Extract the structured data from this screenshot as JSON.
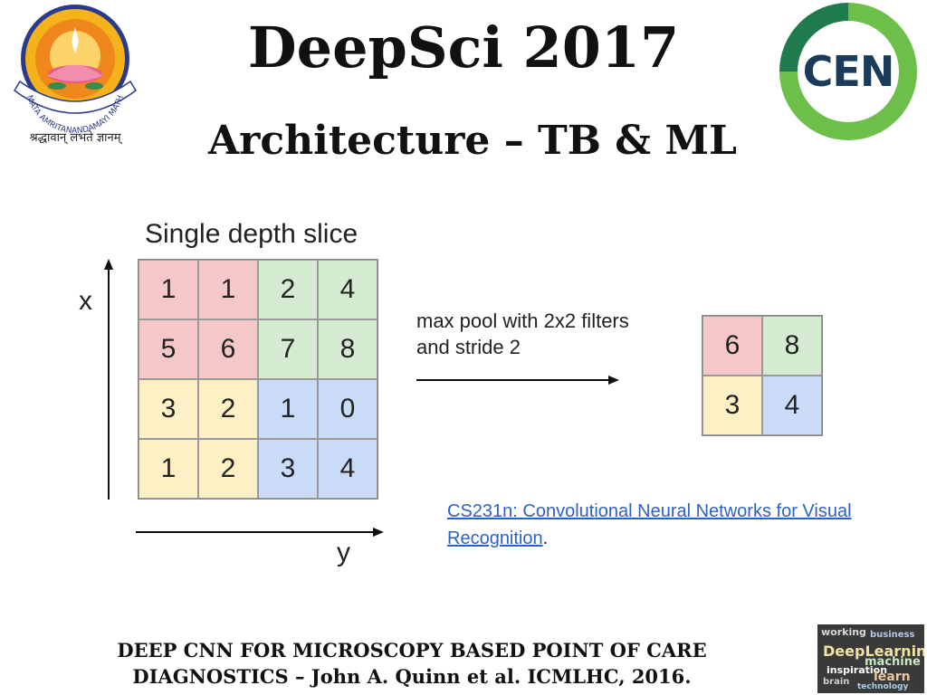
{
  "header": {
    "title": "DeepSci 2017",
    "subtitle": "Architecture – TB & ML",
    "left_logo": {
      "upper_text": "MATA AMRITANANDAMAYI MATH",
      "lower_text": "श्रद्धावान् लभते ज्ञानम्"
    },
    "right_logo": {
      "text": "CEN"
    }
  },
  "diagram": {
    "input_title": "Single depth slice",
    "x_label": "x",
    "y_label": "y",
    "input_grid": [
      [
        {
          "v": "1",
          "color": "#f4c7c9"
        },
        {
          "v": "1",
          "color": "#f4c7c9"
        },
        {
          "v": "2",
          "color": "#d6ecd2"
        },
        {
          "v": "4",
          "color": "#d6ecd2"
        }
      ],
      [
        {
          "v": "5",
          "color": "#f4c7c9"
        },
        {
          "v": "6",
          "color": "#f4c7c9"
        },
        {
          "v": "7",
          "color": "#d6ecd2"
        },
        {
          "v": "8",
          "color": "#d6ecd2"
        }
      ],
      [
        {
          "v": "3",
          "color": "#fdf0c5"
        },
        {
          "v": "2",
          "color": "#fdf0c5"
        },
        {
          "v": "1",
          "color": "#c9dbf6"
        },
        {
          "v": "0",
          "color": "#c9dbf6"
        }
      ],
      [
        {
          "v": "1",
          "color": "#fdf0c5"
        },
        {
          "v": "2",
          "color": "#fdf0c5"
        },
        {
          "v": "3",
          "color": "#c9dbf6"
        },
        {
          "v": "4",
          "color": "#c9dbf6"
        }
      ]
    ],
    "operation_line1": "max pool with 2x2 filters",
    "operation_line2": "and stride 2",
    "output_grid": [
      [
        {
          "v": "6",
          "color": "#f4c7c9"
        },
        {
          "v": "8",
          "color": "#d6ecd2"
        }
      ],
      [
        {
          "v": "3",
          "color": "#fdf0c5"
        },
        {
          "v": "4",
          "color": "#c9dbf6"
        }
      ]
    ]
  },
  "reference": {
    "link_text": "CS231n: Convolutional Neural Networks for Visual Recognition",
    "suffix": "."
  },
  "footer": {
    "line1": "DEEP CNN FOR MICROSCOPY BASED POINT OF CARE",
    "line2": "DIAGNOSTICS – John A. Quinn et al. ICMLHC, 2016."
  },
  "word_cloud": {
    "words": [
      "working",
      "business",
      "DeepLearning",
      "machine",
      "inspiration",
      "brain",
      "learn",
      "technology"
    ]
  },
  "colors": {
    "red": "#f4c7c9",
    "green": "#d6ecd2",
    "yellow": "#fdf0c5",
    "blue": "#c9dbf6",
    "cen_green": "#6cc04a",
    "cen_dark": "#1f7a4d",
    "link": "#2a62c7"
  }
}
